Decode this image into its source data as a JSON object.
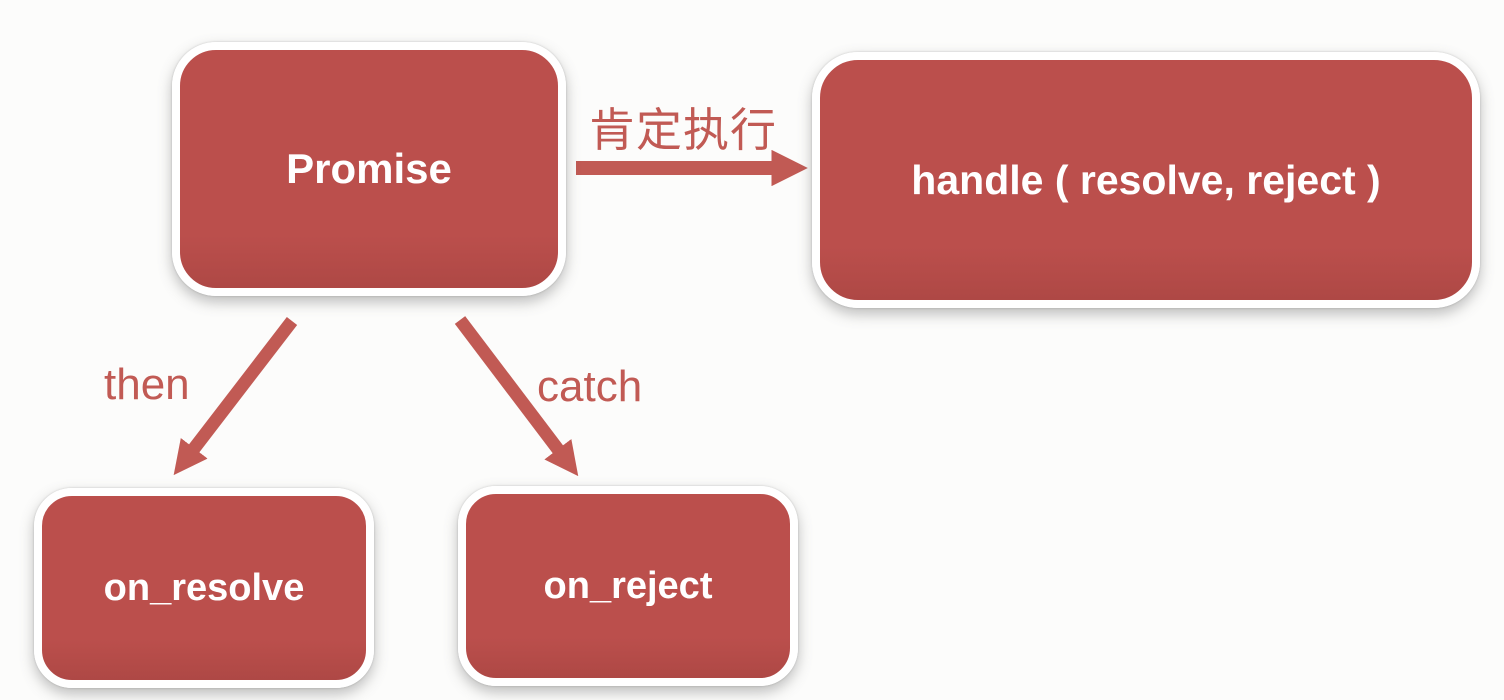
{
  "colors": {
    "background": "#fcfcfb",
    "node_fill": "#bb4f4c",
    "node_fill_dark": "#ae4845",
    "node_border": "#ffffff",
    "node_text": "#ffffff",
    "arrow": "#c15a54",
    "label_text": "#c15a54"
  },
  "nodes": [
    {
      "id": "promise",
      "label": "Promise"
    },
    {
      "id": "handle",
      "label": "handle ( resolve, reject )"
    },
    {
      "id": "on_resolve",
      "label": "on_resolve"
    },
    {
      "id": "on_reject",
      "label": "on_reject"
    }
  ],
  "edges": [
    {
      "id": "promise-to-handle",
      "label": "肯定执行"
    },
    {
      "id": "promise-to-on-resolve",
      "label": "then"
    },
    {
      "id": "promise-to-on-reject",
      "label": "catch"
    }
  ]
}
